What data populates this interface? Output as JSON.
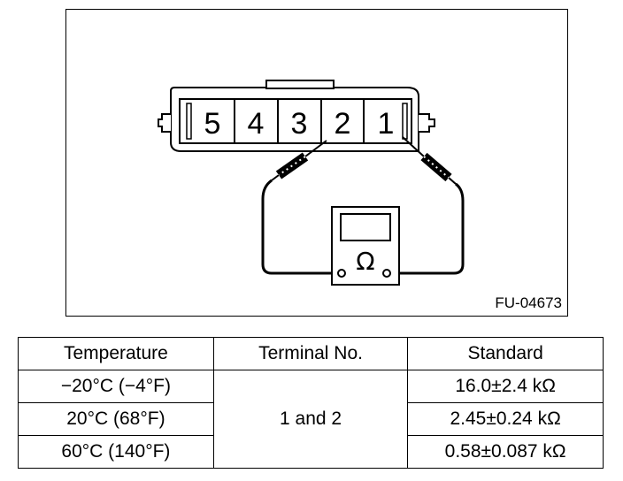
{
  "diagram": {
    "pins": [
      "5",
      "4",
      "3",
      "2",
      "1"
    ],
    "meter_symbol": "Ω",
    "figure_code": "FU-04673",
    "probe_pins": [
      "2",
      "1"
    ]
  },
  "table": {
    "headers": [
      "Temperature",
      "Terminal No.",
      "Standard"
    ],
    "terminal": "1 and 2",
    "rows": [
      {
        "temperature": "−20°C (−4°F)",
        "standard": "16.0±2.4 kΩ"
      },
      {
        "temperature": "20°C (68°F)",
        "standard": "2.45±0.24 kΩ"
      },
      {
        "temperature": "60°C (140°F)",
        "standard": "0.58±0.087 kΩ"
      }
    ]
  }
}
